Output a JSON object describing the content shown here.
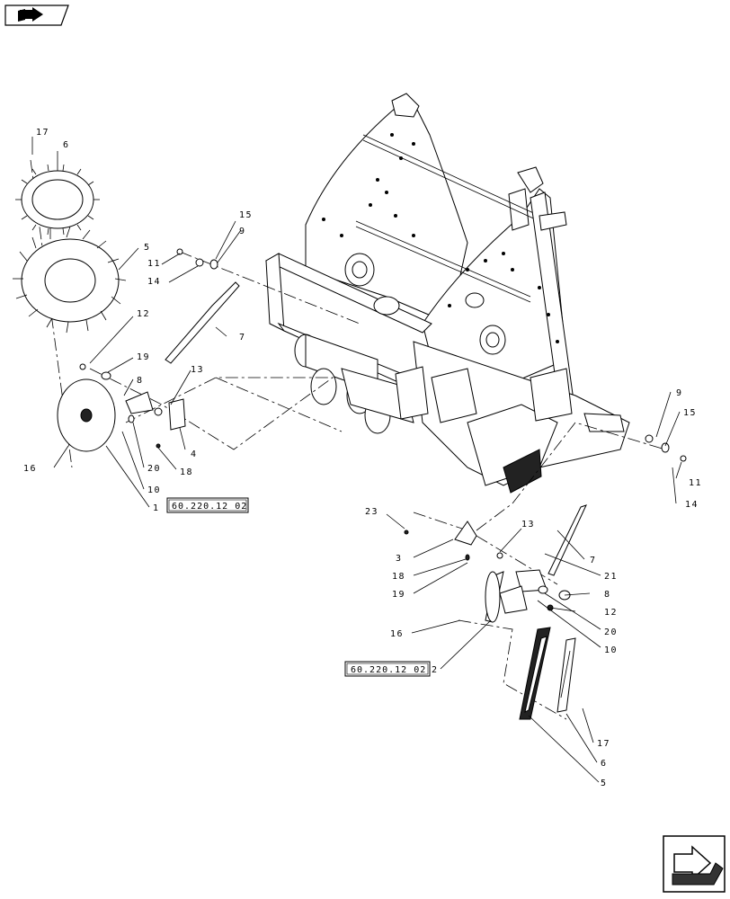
{
  "callouts": [
    {
      "id": "c17a",
      "text": "17"
    },
    {
      "id": "c6a",
      "text": "6"
    },
    {
      "id": "c5a",
      "text": "5"
    },
    {
      "id": "c15a",
      "text": "15"
    },
    {
      "id": "c9a",
      "text": "9"
    },
    {
      "id": "c11a",
      "text": "11"
    },
    {
      "id": "c14a",
      "text": "14"
    },
    {
      "id": "c7a",
      "text": "7"
    },
    {
      "id": "c12a",
      "text": "12"
    },
    {
      "id": "c19a",
      "text": "19"
    },
    {
      "id": "c8a",
      "text": "8"
    },
    {
      "id": "c13a",
      "text": "13"
    },
    {
      "id": "c4a",
      "text": "4"
    },
    {
      "id": "c18a",
      "text": "18"
    },
    {
      "id": "c20a",
      "text": "20"
    },
    {
      "id": "c10a",
      "text": "10"
    },
    {
      "id": "c1a",
      "text": "1"
    },
    {
      "id": "c16a",
      "text": "16"
    },
    {
      "id": "c9b",
      "text": "9"
    },
    {
      "id": "c15b",
      "text": "15"
    },
    {
      "id": "c11b",
      "text": "11"
    },
    {
      "id": "c14b",
      "text": "14"
    },
    {
      "id": "c23b",
      "text": "23"
    },
    {
      "id": "c13b",
      "text": "13"
    },
    {
      "id": "c3b",
      "text": "3"
    },
    {
      "id": "c18b",
      "text": "18"
    },
    {
      "id": "c19b",
      "text": "19"
    },
    {
      "id": "c7b",
      "text": "7"
    },
    {
      "id": "c21b",
      "text": "21"
    },
    {
      "id": "c8b",
      "text": "8"
    },
    {
      "id": "c12b",
      "text": "12"
    },
    {
      "id": "c20b",
      "text": "20"
    },
    {
      "id": "c10b",
      "text": "10"
    },
    {
      "id": "c16b",
      "text": "16"
    },
    {
      "id": "c2b",
      "text": "2"
    },
    {
      "id": "c17b",
      "text": "17"
    },
    {
      "id": "c6b",
      "text": "6"
    },
    {
      "id": "c5b",
      "text": "5"
    }
  ],
  "references": {
    "ref_left": "60.220.12 02",
    "ref_right": "60.220.12 02"
  },
  "icons": {
    "top_left": "book-arrow-icon",
    "bottom_right": "next-page-arrow-icon"
  }
}
